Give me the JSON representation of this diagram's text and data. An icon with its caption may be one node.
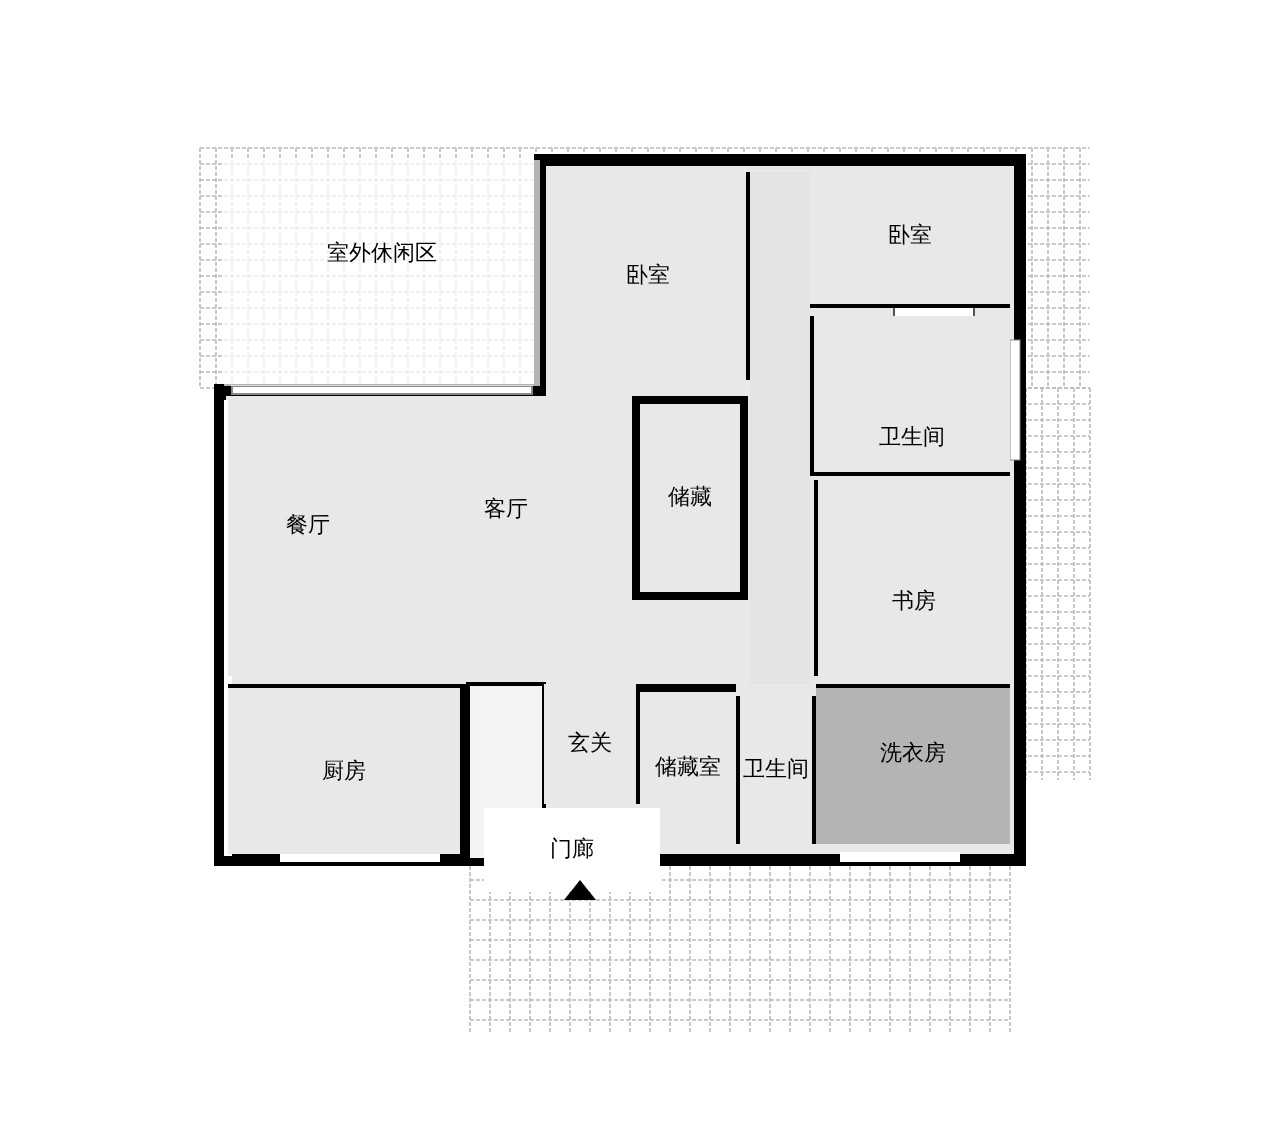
{
  "diagram": {
    "nodes": [
      {
        "text": [
          "室外休闲区"
        ]
      },
      {
        "text": [
          "卧室"
        ]
      },
      {
        "text": [
          "卧室"
        ]
      },
      {
        "text": [
          "卫生间"
        ]
      },
      {
        "text": [
          "储藏"
        ]
      },
      {
        "text": [
          "餐厅"
        ]
      },
      {
        "text": [
          "客厅"
        ]
      },
      {
        "text": [
          "书房"
        ]
      },
      {
        "text": [
          "厨房"
        ]
      },
      {
        "text": [
          "玄关"
        ]
      },
      {
        "text": [
          "储藏室"
        ]
      },
      {
        "text": [
          "卫生间"
        ]
      },
      {
        "text": [
          "洗衣房"
        ]
      },
      {
        "text": [
          "门廊"
        ]
      }
    ]
  }
}
